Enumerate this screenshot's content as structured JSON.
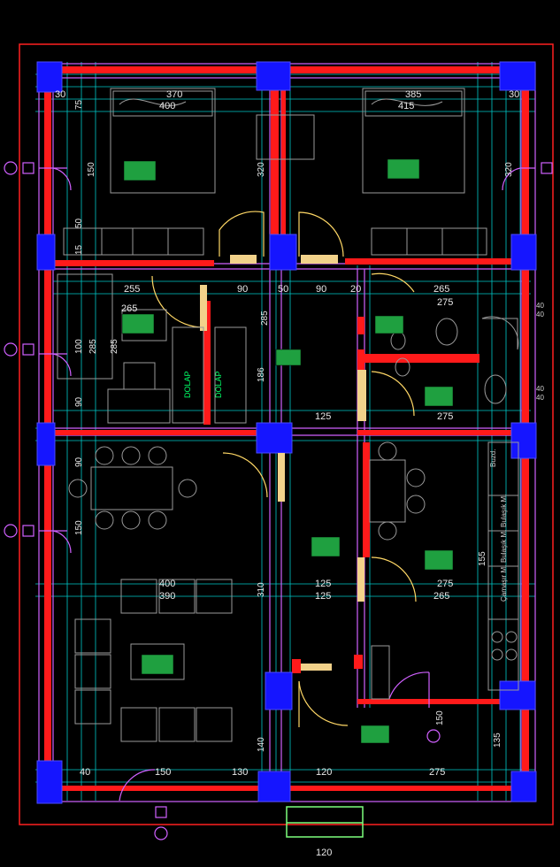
{
  "title": "",
  "labels": {
    "dolap": "DOLAP",
    "dolap_v": "DOLAP",
    "kitchen_1": "Buzd.",
    "kitchen_2": "Bulaşık M.",
    "kitchen_3": "Bulaşık M.",
    "kitchen_4": "Çamaşır M.",
    "bath_1": "40",
    "bath_2": "40",
    "bath_3": "40",
    "bath_4": "40"
  },
  "dims": {
    "d370": "370",
    "d400": "400",
    "d385": "385",
    "d415": "415",
    "d30a": "30",
    "d30b": "30",
    "d255": "255",
    "d265a": "265",
    "d90a": "90",
    "d50": "50",
    "d90b": "90",
    "d20": "20",
    "d265b": "265",
    "d275a": "275",
    "d275b": "275",
    "d125a": "125",
    "d125b": "125",
    "d125c": "125",
    "d275c": "275",
    "d265c": "265",
    "d400b": "400",
    "d390": "390",
    "d150": "150",
    "d130": "130",
    "d40": "40",
    "d120a": "120",
    "d275d": "275",
    "d120b": "120",
    "v75a": "75",
    "v150": "150",
    "v50": "50",
    "v15": "15",
    "v320a": "320",
    "v320b": "320",
    "v285a": "285",
    "v285b": "285",
    "v100": "100",
    "v90a": "90",
    "v186": "186",
    "v285c": "285",
    "v90b": "90",
    "v150b": "150",
    "v310": "310",
    "v140": "140",
    "v135": "135",
    "v155": "155",
    "v150c": "150"
  }
}
